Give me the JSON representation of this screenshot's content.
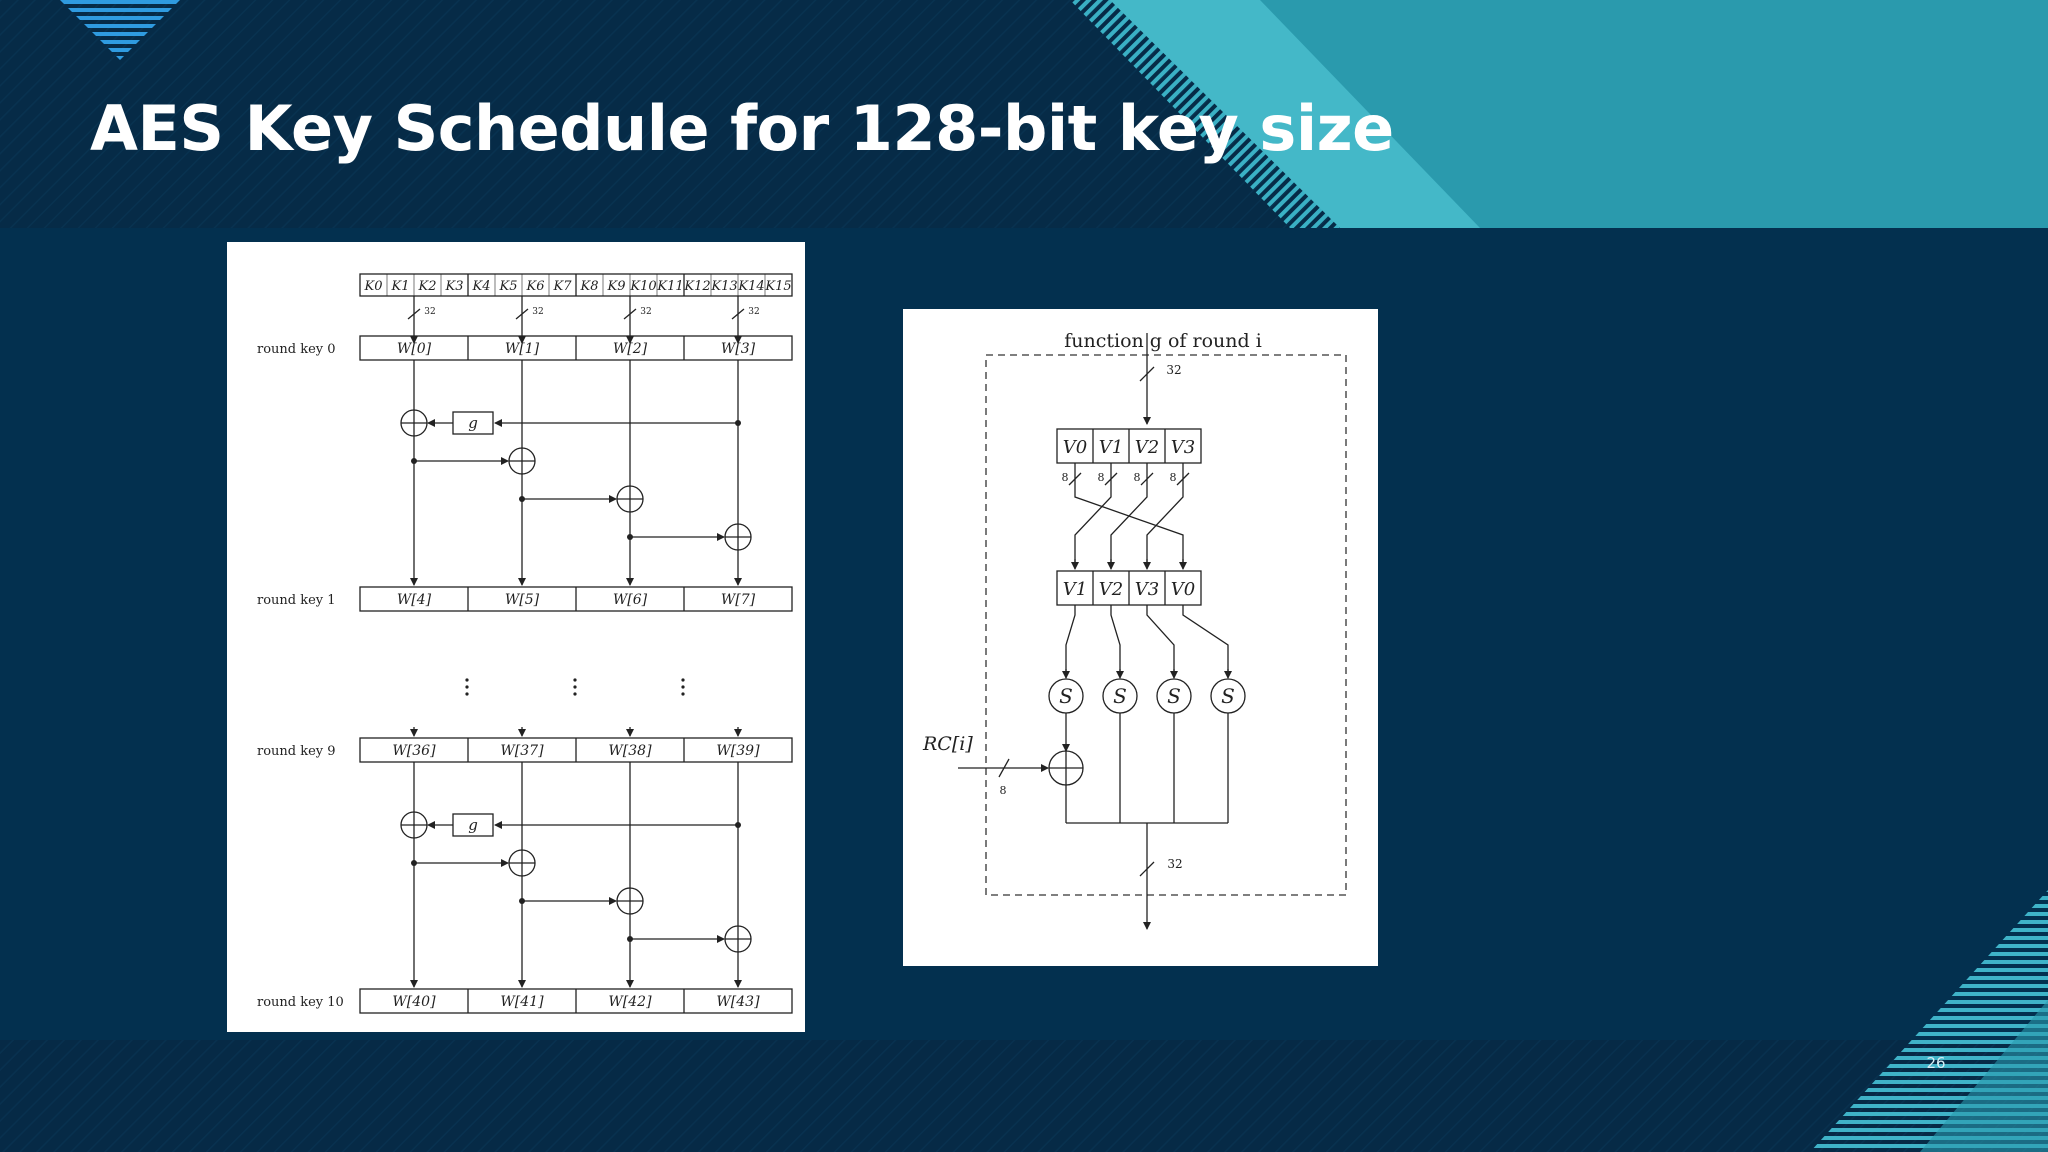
{
  "slide": {
    "title": "AES Key Schedule for 128-bit key size",
    "page_number": "26",
    "colors": {
      "background": "#03304f",
      "header": "#062b47",
      "accent_teal": "#2a9aad",
      "accent_light": "#44b8c8",
      "accent_blue": "#2f9be0"
    }
  },
  "key_expansion": {
    "key_bytes": [
      "K0",
      "K1",
      "K2",
      "K3",
      "K4",
      "K5",
      "K6",
      "K7",
      "K8",
      "K9",
      "K10",
      "K11",
      "K12",
      "K13",
      "K14",
      "K15"
    ],
    "bus_width": "32",
    "function_label": "g",
    "rounds": [
      {
        "label": "round key 0",
        "words": [
          "W[0]",
          "W[1]",
          "W[2]",
          "W[3]"
        ]
      },
      {
        "label": "round key 1",
        "words": [
          "W[4]",
          "W[5]",
          "W[6]",
          "W[7]"
        ]
      },
      {
        "label": "round key 9",
        "words": [
          "W[36]",
          "W[37]",
          "W[38]",
          "W[39]"
        ]
      },
      {
        "label": "round key 10",
        "words": [
          "W[40]",
          "W[41]",
          "W[42]",
          "W[43]"
        ]
      }
    ]
  },
  "g_function": {
    "title": "function g of round i",
    "bus_width_in": "32",
    "bus_width_out": "32",
    "byte_width": "8",
    "input_bytes": [
      "V0",
      "V1",
      "V2",
      "V3"
    ],
    "rotated_bytes": [
      "V1",
      "V2",
      "V3",
      "V0"
    ],
    "sbox_label": "S",
    "round_constant": "RC[i]",
    "rc_width": "8"
  }
}
